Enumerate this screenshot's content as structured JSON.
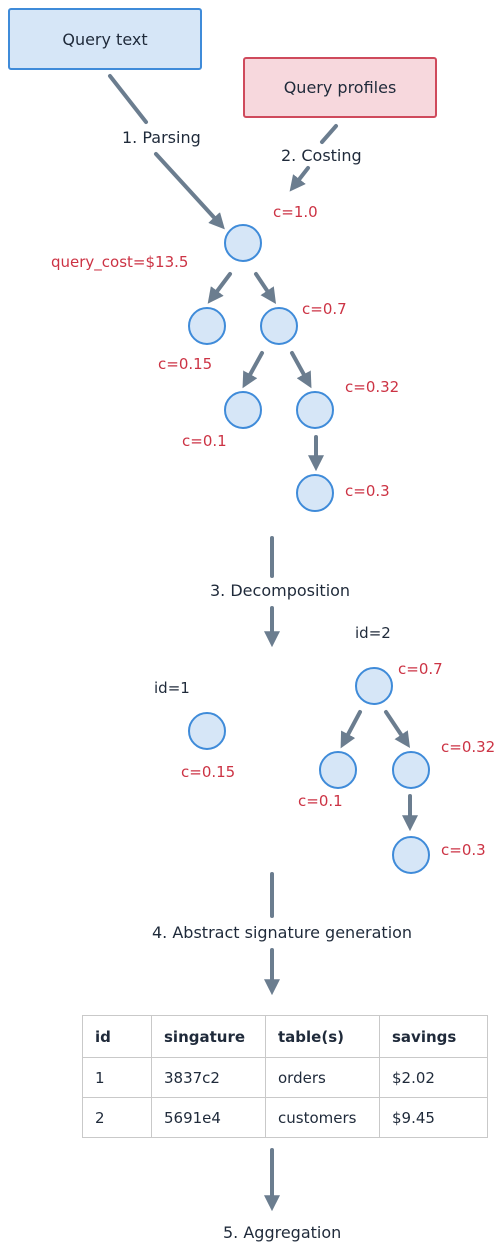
{
  "boxes": {
    "query_text": "Query text",
    "query_profiles": "Query profiles"
  },
  "steps": {
    "parsing": "1.  Parsing",
    "costing": "2.  Costing",
    "decomposition": "3.  Decomposition",
    "signature": "4.  Abstract signature generation",
    "aggregation": "5.  Aggregation"
  },
  "tree": {
    "query_cost": "query_cost=$13.5",
    "costs": [
      "c=1.0",
      "c=0.15",
      "c=0.7",
      "c=0.1",
      "c=0.32",
      "c=0.3"
    ]
  },
  "decomposed": {
    "id1": "id=1",
    "id1_cost": "c=0.15",
    "id2": "id=2",
    "id2_costs": [
      "c=0.7",
      "c=0.1",
      "c=0.32",
      "c=0.3"
    ]
  },
  "table": {
    "headers": [
      "id",
      "singature",
      "table(s)",
      "savings"
    ],
    "rows": [
      [
        "1",
        "3837c2",
        "orders",
        "$2.02"
      ],
      [
        "2",
        "5691e4",
        "customers",
        "$9.45"
      ]
    ]
  },
  "colors": {
    "node_fill": "#d6e6f7",
    "node_stroke": "#3f8bd9",
    "arrow": "#6b7d8f",
    "cost_text": "#cc3344"
  }
}
